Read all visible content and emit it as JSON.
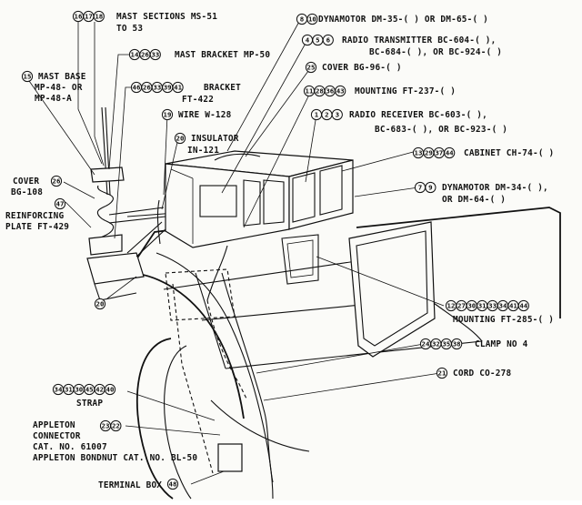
{
  "callouts": [
    {
      "id": "mast_sections",
      "nums": [
        "16",
        "17",
        "18"
      ],
      "lines": [
        "MAST SECTIONS MS-51",
        "TO 53"
      ]
    },
    {
      "id": "mast_bracket",
      "nums": [
        "14",
        "26",
        "33"
      ],
      "lines": [
        "MAST BRACKET MP-50"
      ]
    },
    {
      "id": "mast_base",
      "nums": [
        "15"
      ],
      "lines": [
        "MAST BASE",
        "MP-48- OR",
        "MP-48-A"
      ]
    },
    {
      "id": "bracket_ft422",
      "nums": [
        "46",
        "26",
        "33",
        "39",
        "41"
      ],
      "lines": [
        "BRACKET",
        "FT-422"
      ]
    },
    {
      "id": "wire",
      "nums": [
        "19"
      ],
      "lines": [
        "WIRE W-128"
      ]
    },
    {
      "id": "insulator",
      "nums": [
        "20"
      ],
      "lines": [
        "INSULATOR",
        "IN-121"
      ]
    },
    {
      "id": "cover_bg108",
      "nums": [
        "26"
      ],
      "lines": [
        "COVER",
        "BG-108"
      ]
    },
    {
      "id": "reinforcing",
      "nums": [
        "47"
      ],
      "lines": [
        "REINFORCING",
        "PLATE FT-429"
      ]
    },
    {
      "id": "dynamotor_35",
      "nums": [
        "8",
        "10"
      ],
      "lines": [
        "DYNAMOTOR DM-35-( ) OR DM-65-( )"
      ]
    },
    {
      "id": "transmitter",
      "nums": [
        "4",
        "5",
        "6"
      ],
      "lines": [
        "RADIO TRANSMITTER BC-604-( ),",
        "BC-684-( ), OR BC-924-( )"
      ]
    },
    {
      "id": "cover_bg96",
      "nums": [
        "25"
      ],
      "lines": [
        "COVER BG-96-( )"
      ]
    },
    {
      "id": "mounting_237",
      "nums": [
        "11",
        "28",
        "36",
        "43"
      ],
      "lines": [
        "MOUNTING FT-237-( )"
      ]
    },
    {
      "id": "receiver",
      "nums": [
        "1",
        "2",
        "3"
      ],
      "lines": [
        "RADIO RECEIVER BC-603-( ),",
        "BC-683-( ), OR BC-923-( )"
      ]
    },
    {
      "id": "cabinet",
      "nums": [
        "13",
        "29",
        "37",
        "44"
      ],
      "lines": [
        "CABINET CH-74-( )"
      ]
    },
    {
      "id": "dynamotor_34",
      "nums": [
        "7",
        "9"
      ],
      "lines": [
        "DYNAMOTOR DM-34-( ),",
        "OR DM-64-( )"
      ]
    },
    {
      "id": "mounting_285",
      "nums": [
        "12",
        "27",
        "30",
        "31",
        "33",
        "34",
        "41",
        "44"
      ],
      "lines": [
        "MOUNTING FT-285-( )"
      ]
    },
    {
      "id": "clamp",
      "nums": [
        "24",
        "32",
        "35",
        "38"
      ],
      "lines": [
        "CLAMP NO 4"
      ]
    },
    {
      "id": "cord",
      "nums": [
        "21"
      ],
      "lines": [
        "CORD CO-278"
      ]
    },
    {
      "id": "strap",
      "nums": [
        "34",
        "31",
        "30",
        "45",
        "42",
        "40"
      ],
      "lines": [
        "STRAP"
      ]
    },
    {
      "id": "appleton",
      "nums": [
        "23",
        "22"
      ],
      "lines": [
        "APPLETON",
        "CONNECTOR",
        "CAT. NO. 61007",
        "APPLETON BONDNUT CAT. NO. BL-50"
      ]
    },
    {
      "id": "terminal_box",
      "nums": [
        "48"
      ],
      "lines": [
        "TERMINAL BOX"
      ]
    },
    {
      "id": "ref_20",
      "nums": [
        "20"
      ],
      "lines": []
    }
  ]
}
